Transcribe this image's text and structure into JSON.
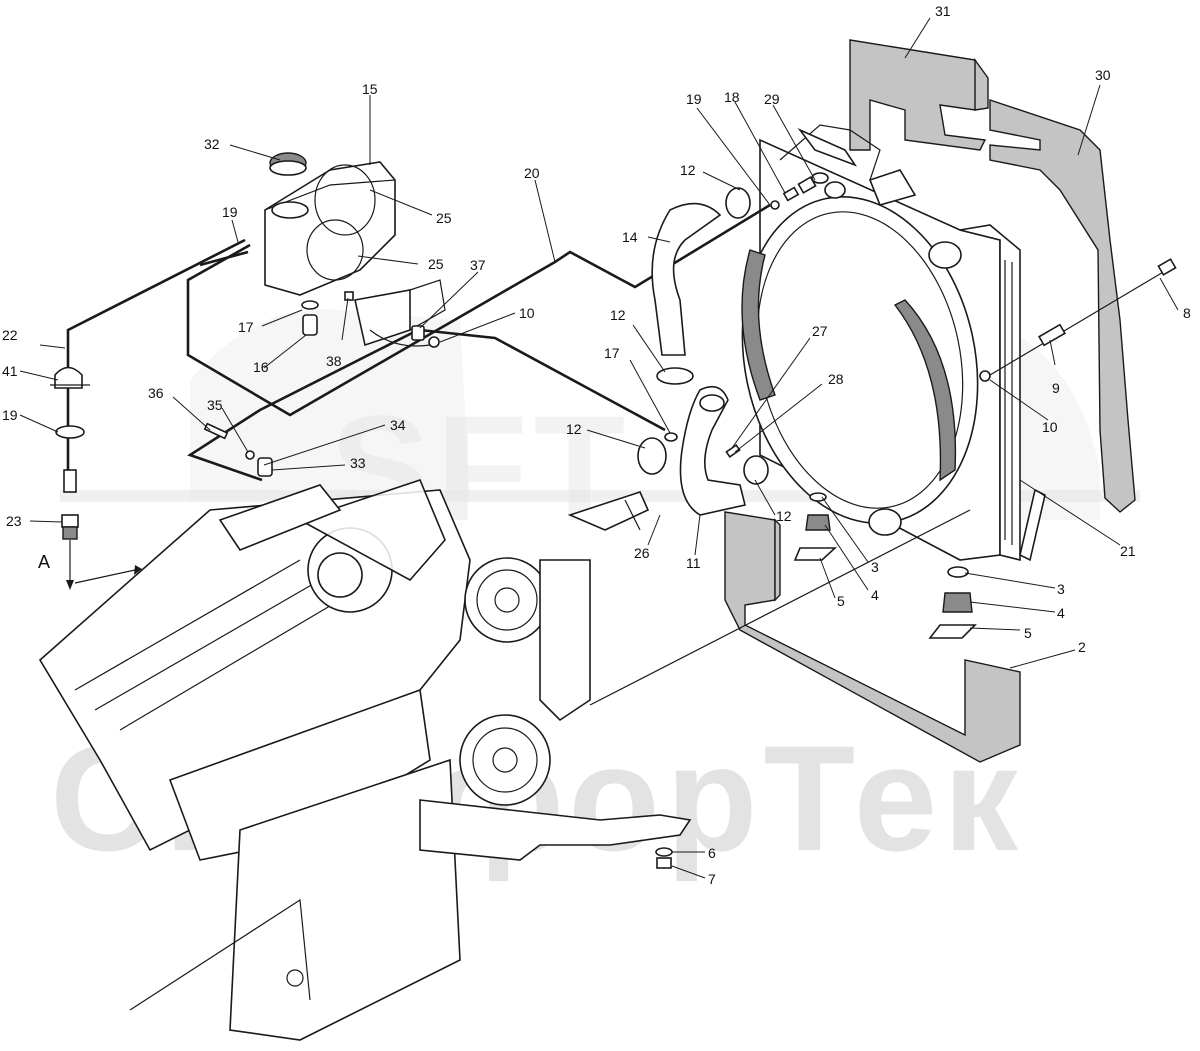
{
  "view": {
    "label": "A"
  },
  "watermark": {
    "brand_text": "СкайфорТек"
  },
  "callouts": [
    {
      "id": "c31",
      "text": "31"
    },
    {
      "id": "c30",
      "text": "30"
    },
    {
      "id": "c8",
      "text": "8"
    },
    {
      "id": "c9",
      "text": "9"
    },
    {
      "id": "c10a",
      "text": "10"
    },
    {
      "id": "c21",
      "text": "21"
    },
    {
      "id": "c3a",
      "text": "3"
    },
    {
      "id": "c4a",
      "text": "4"
    },
    {
      "id": "c5a",
      "text": "5"
    },
    {
      "id": "c2",
      "text": "2"
    },
    {
      "id": "c3b",
      "text": "3"
    },
    {
      "id": "c4b",
      "text": "4"
    },
    {
      "id": "c5b",
      "text": "5"
    },
    {
      "id": "c6",
      "text": "6"
    },
    {
      "id": "c7",
      "text": "7"
    },
    {
      "id": "c15",
      "text": "15"
    },
    {
      "id": "c32",
      "text": "32"
    },
    {
      "id": "c19a",
      "text": "19"
    },
    {
      "id": "c25a",
      "text": "25"
    },
    {
      "id": "c25b",
      "text": "25"
    },
    {
      "id": "c20",
      "text": "20"
    },
    {
      "id": "c19b",
      "text": "19"
    },
    {
      "id": "c18",
      "text": "18"
    },
    {
      "id": "c29",
      "text": "29"
    },
    {
      "id": "c12a",
      "text": "12"
    },
    {
      "id": "c14",
      "text": "14"
    },
    {
      "id": "c37",
      "text": "37"
    },
    {
      "id": "c10b",
      "text": "10"
    },
    {
      "id": "c17a",
      "text": "17"
    },
    {
      "id": "c16",
      "text": "16"
    },
    {
      "id": "c38",
      "text": "38"
    },
    {
      "id": "c22",
      "text": "22"
    },
    {
      "id": "c41",
      "text": "41"
    },
    {
      "id": "c19c",
      "text": "19"
    },
    {
      "id": "c23",
      "text": "23"
    },
    {
      "id": "c36",
      "text": "36"
    },
    {
      "id": "c35",
      "text": "35"
    },
    {
      "id": "c34",
      "text": "34"
    },
    {
      "id": "c33",
      "text": "33"
    },
    {
      "id": "c12b",
      "text": "12"
    },
    {
      "id": "c17b",
      "text": "17"
    },
    {
      "id": "c27",
      "text": "27"
    },
    {
      "id": "c28",
      "text": "28"
    },
    {
      "id": "c12c",
      "text": "12"
    },
    {
      "id": "c12d",
      "text": "12"
    },
    {
      "id": "c26",
      "text": "26"
    },
    {
      "id": "c11",
      "text": "11"
    }
  ]
}
